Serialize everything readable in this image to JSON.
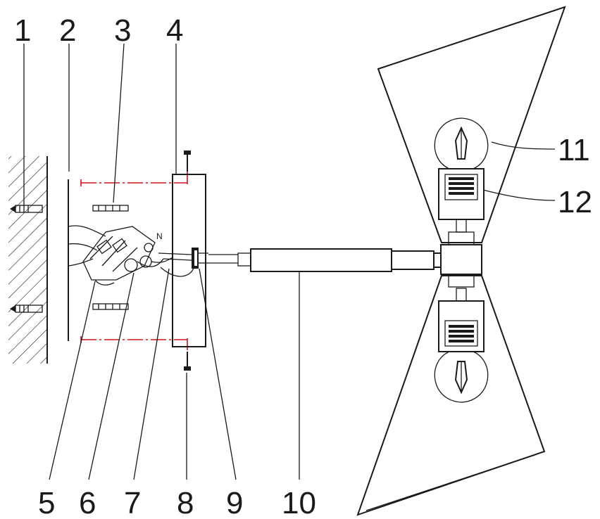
{
  "labels": {
    "n1": "1",
    "n2": "2",
    "n3": "3",
    "n4": "4",
    "n5": "5",
    "n6": "6",
    "n7": "7",
    "n8": "8",
    "n9": "9",
    "n10": "10",
    "n11": "11",
    "n12": "12",
    "marker_n": "N"
  },
  "colors": {
    "line": "#1a1a1a",
    "dash_line": "#d01020",
    "background": "#ffffff"
  }
}
